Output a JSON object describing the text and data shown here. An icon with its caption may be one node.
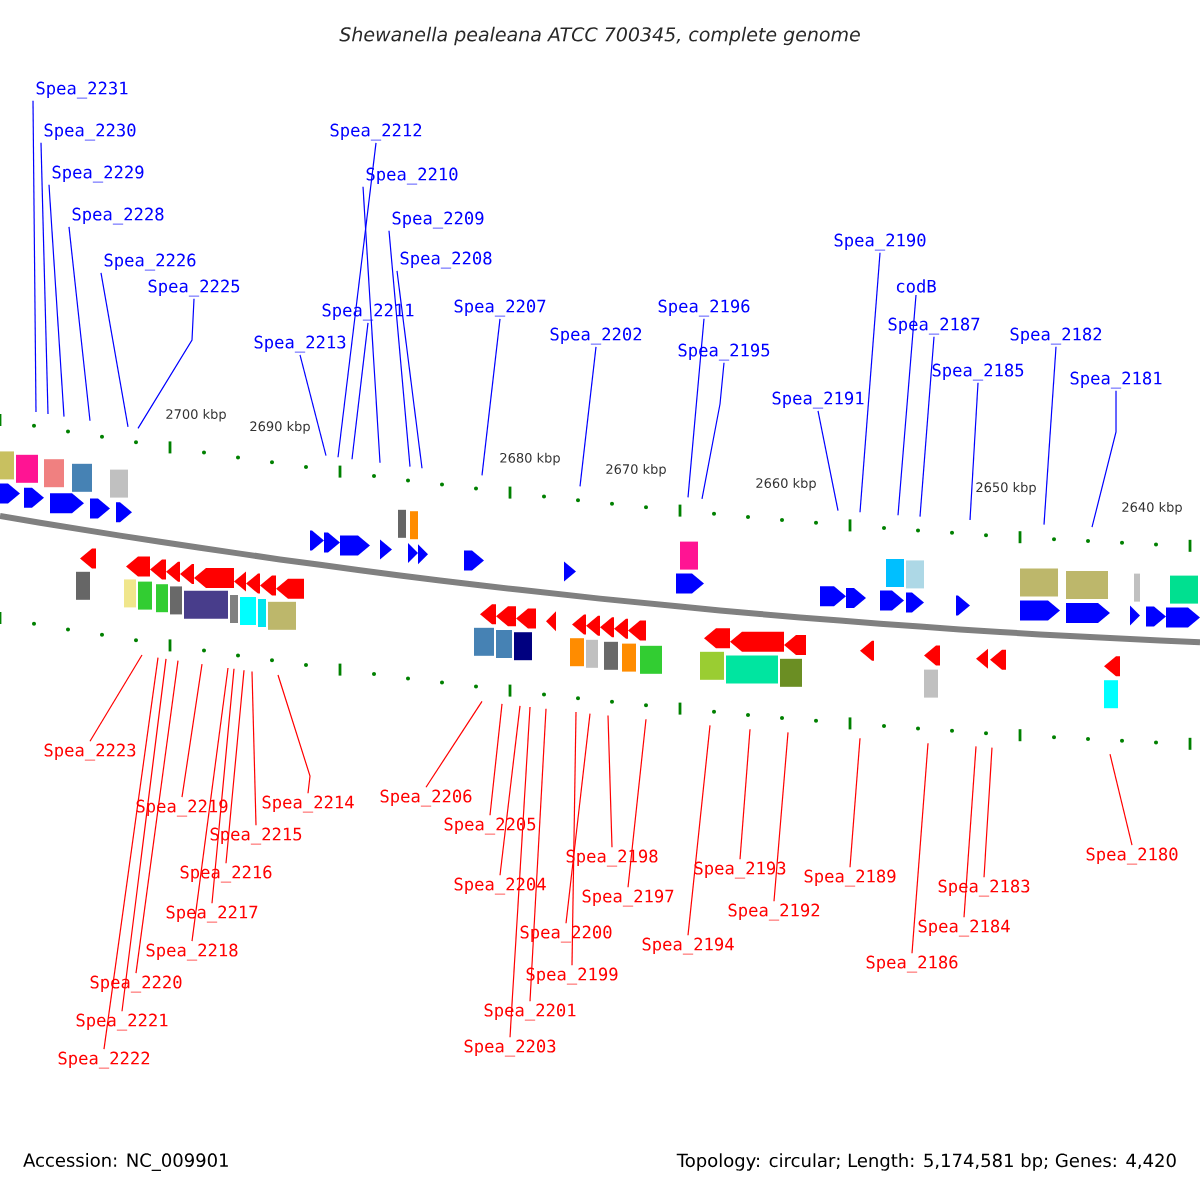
{
  "diagram": {
    "title": "Shewanella pealeana ATCC 700345, complete genome",
    "nodes": [
      {
        "text": [
          "Spea_2231"
        ]
      },
      {
        "text": [
          "Spea_2230"
        ]
      },
      {
        "text": [
          "Spea_2229"
        ]
      },
      {
        "text": [
          "Spea_2228"
        ]
      },
      {
        "text": [
          "Spea_2226"
        ]
      },
      {
        "text": [
          "Spea_2225"
        ]
      },
      {
        "text": [
          "Spea_2212"
        ]
      },
      {
        "text": [
          "Spea_2210"
        ]
      },
      {
        "text": [
          "Spea_2209"
        ]
      },
      {
        "text": [
          "Spea_2208"
        ]
      },
      {
        "text": [
          "Spea_2211"
        ]
      },
      {
        "text": [
          "Spea_2213"
        ]
      },
      {
        "text": [
          "Spea_2207"
        ]
      },
      {
        "text": [
          "Spea_2202"
        ]
      },
      {
        "text": [
          "Spea_2196"
        ]
      },
      {
        "text": [
          "Spea_2195"
        ]
      },
      {
        "text": [
          "Spea_2190"
        ]
      },
      {
        "text": [
          "codB"
        ]
      },
      {
        "text": [
          "Spea_2187"
        ]
      },
      {
        "text": [
          "Spea_2191"
        ]
      },
      {
        "text": [
          "Spea_2185"
        ]
      },
      {
        "text": [
          "Spea_2182"
        ]
      },
      {
        "text": [
          "Spea_2181"
        ]
      },
      {
        "text": [
          "Spea_2223"
        ]
      },
      {
        "text": [
          "Spea_2219"
        ]
      },
      {
        "text": [
          "Spea_2214"
        ]
      },
      {
        "text": [
          "Spea_2215"
        ]
      },
      {
        "text": [
          "Spea_2216"
        ]
      },
      {
        "text": [
          "Spea_2217"
        ]
      },
      {
        "text": [
          "Spea_2218"
        ]
      },
      {
        "text": [
          "Spea_2220"
        ]
      },
      {
        "text": [
          "Spea_2221"
        ]
      },
      {
        "text": [
          "Spea_2222"
        ]
      },
      {
        "text": [
          "Spea_2206"
        ]
      },
      {
        "text": [
          "Spea_2205"
        ]
      },
      {
        "text": [
          "Spea_2204"
        ]
      },
      {
        "text": [
          "Spea_2198"
        ]
      },
      {
        "text": [
          "Spea_2197"
        ]
      },
      {
        "text": [
          "Spea_2200"
        ]
      },
      {
        "text": [
          "Spea_2199"
        ]
      },
      {
        "text": [
          "Spea_2201"
        ]
      },
      {
        "text": [
          "Spea_2203"
        ]
      },
      {
        "text": [
          "Spea_2193"
        ]
      },
      {
        "text": [
          "Spea_2189"
        ]
      },
      {
        "text": [
          "Spea_2192"
        ]
      },
      {
        "text": [
          "Spea_2194"
        ]
      },
      {
        "text": [
          "Spea_2183"
        ]
      },
      {
        "text": [
          "Spea_2184"
        ]
      },
      {
        "text": [
          "Spea_2186"
        ]
      },
      {
        "text": [
          "Spea_2180"
        ]
      }
    ],
    "edges": [
      {
        "from": 0,
        "to": null,
        "arrow": "none",
        "color": "#0000ff"
      },
      {
        "from": 1,
        "to": null,
        "arrow": "none",
        "color": "#0000ff"
      },
      {
        "from": 2,
        "to": null,
        "arrow": "none",
        "color": "#0000ff"
      },
      {
        "from": 3,
        "to": null,
        "arrow": "none",
        "color": "#0000ff"
      },
      {
        "from": 4,
        "to": null,
        "arrow": "none",
        "color": "#0000ff"
      },
      {
        "from": 5,
        "to": null,
        "arrow": "none",
        "color": "#0000ff"
      },
      {
        "from": 6,
        "to": null,
        "arrow": "none",
        "color": "#0000ff"
      },
      {
        "from": 7,
        "to": null,
        "arrow": "none",
        "color": "#0000ff"
      },
      {
        "from": 8,
        "to": null,
        "arrow": "none",
        "color": "#0000ff"
      },
      {
        "from": 9,
        "to": null,
        "arrow": "none",
        "color": "#0000ff"
      },
      {
        "from": 10,
        "to": null,
        "arrow": "none",
        "color": "#0000ff"
      },
      {
        "from": 11,
        "to": null,
        "arrow": "none",
        "color": "#0000ff"
      },
      {
        "from": 12,
        "to": null,
        "arrow": "none",
        "color": "#0000ff"
      },
      {
        "from": 13,
        "to": null,
        "arrow": "none",
        "color": "#0000ff"
      },
      {
        "from": 14,
        "to": null,
        "arrow": "none",
        "color": "#0000ff"
      },
      {
        "from": 15,
        "to": null,
        "arrow": "none",
        "color": "#0000ff"
      },
      {
        "from": 16,
        "to": null,
        "arrow": "none",
        "color": "#0000ff"
      },
      {
        "from": 17,
        "to": null,
        "arrow": "none",
        "color": "#0000ff"
      },
      {
        "from": 18,
        "to": null,
        "arrow": "none",
        "color": "#0000ff"
      },
      {
        "from": 19,
        "to": null,
        "arrow": "none",
        "color": "#0000ff"
      },
      {
        "from": 20,
        "to": null,
        "arrow": "none",
        "color": "#0000ff"
      },
      {
        "from": 21,
        "to": null,
        "arrow": "none",
        "color": "#0000ff"
      },
      {
        "from": 22,
        "to": null,
        "arrow": "none",
        "color": "#0000ff"
      },
      {
        "from": 23,
        "to": null,
        "arrow": "none",
        "color": "#ff0000"
      },
      {
        "from": 24,
        "to": null,
        "arrow": "none",
        "color": "#ff0000"
      },
      {
        "from": 25,
        "to": null,
        "arrow": "none",
        "color": "#ff0000"
      },
      {
        "from": 26,
        "to": null,
        "arrow": "none",
        "color": "#ff0000"
      },
      {
        "from": 27,
        "to": null,
        "arrow": "none",
        "color": "#ff0000"
      },
      {
        "from": 28,
        "to": null,
        "arrow": "none",
        "color": "#ff0000"
      },
      {
        "from": 29,
        "to": null,
        "arrow": "none",
        "color": "#ff0000"
      },
      {
        "from": 30,
        "to": null,
        "arrow": "none",
        "color": "#ff0000"
      },
      {
        "from": 31,
        "to": null,
        "arrow": "none",
        "color": "#ff0000"
      },
      {
        "from": 32,
        "to": null,
        "arrow": "none",
        "color": "#ff0000"
      },
      {
        "from": 33,
        "to": null,
        "arrow": "none",
        "color": "#ff0000"
      },
      {
        "from": 34,
        "to": null,
        "arrow": "none",
        "color": "#ff0000"
      },
      {
        "from": 35,
        "to": null,
        "arrow": "none",
        "color": "#ff0000"
      },
      {
        "from": 36,
        "to": null,
        "arrow": "none",
        "color": "#ff0000"
      },
      {
        "from": 37,
        "to": null,
        "arrow": "none",
        "color": "#ff0000"
      },
      {
        "from": 38,
        "to": null,
        "arrow": "none",
        "color": "#ff0000"
      },
      {
        "from": 39,
        "to": null,
        "arrow": "none",
        "color": "#ff0000"
      },
      {
        "from": 40,
        "to": null,
        "arrow": "none",
        "color": "#ff0000"
      },
      {
        "from": 41,
        "to": null,
        "arrow": "none",
        "color": "#ff0000"
      },
      {
        "from": 42,
        "to": null,
        "arrow": "none",
        "color": "#ff0000"
      },
      {
        "from": 43,
        "to": null,
        "arrow": "none",
        "color": "#ff0000"
      },
      {
        "from": 44,
        "to": null,
        "arrow": "none",
        "color": "#ff0000"
      },
      {
        "from": 45,
        "to": null,
        "arrow": "none",
        "color": "#ff0000"
      },
      {
        "from": 46,
        "to": null,
        "arrow": "none",
        "color": "#ff0000"
      },
      {
        "from": 47,
        "to": null,
        "arrow": "none",
        "color": "#ff0000"
      },
      {
        "from": 48,
        "to": null,
        "arrow": "none",
        "color": "#ff0000"
      },
      {
        "from": 49,
        "to": null,
        "arrow": "none",
        "color": "#ff0000"
      }
    ],
    "labels": [
      "2700 kbp",
      "2690 kbp",
      "2680 kbp",
      "2670 kbp",
      "2660 kbp",
      "2650 kbp",
      "2640 kbp",
      "Accession: NC_009901",
      "Topology: circular; Length: 5,174,581 bp; Genes: 4,420"
    ]
  }
}
